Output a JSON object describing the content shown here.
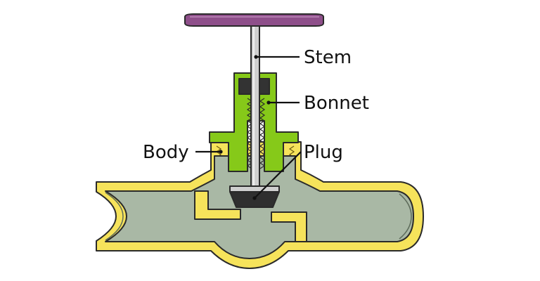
{
  "labels": {
    "stem": "Stem",
    "bonnet": "Bonnet",
    "body": "Body",
    "plug": "Plug"
  },
  "colors": {
    "handwheel": "#8e4f8a",
    "stem": "#cfcfcf",
    "bonnet": "#86c919",
    "body": "#f6e35b",
    "fluid": "#a9b8a5",
    "plug": "#2f2f2f",
    "packing": "#333333",
    "background": "#ffffff"
  }
}
